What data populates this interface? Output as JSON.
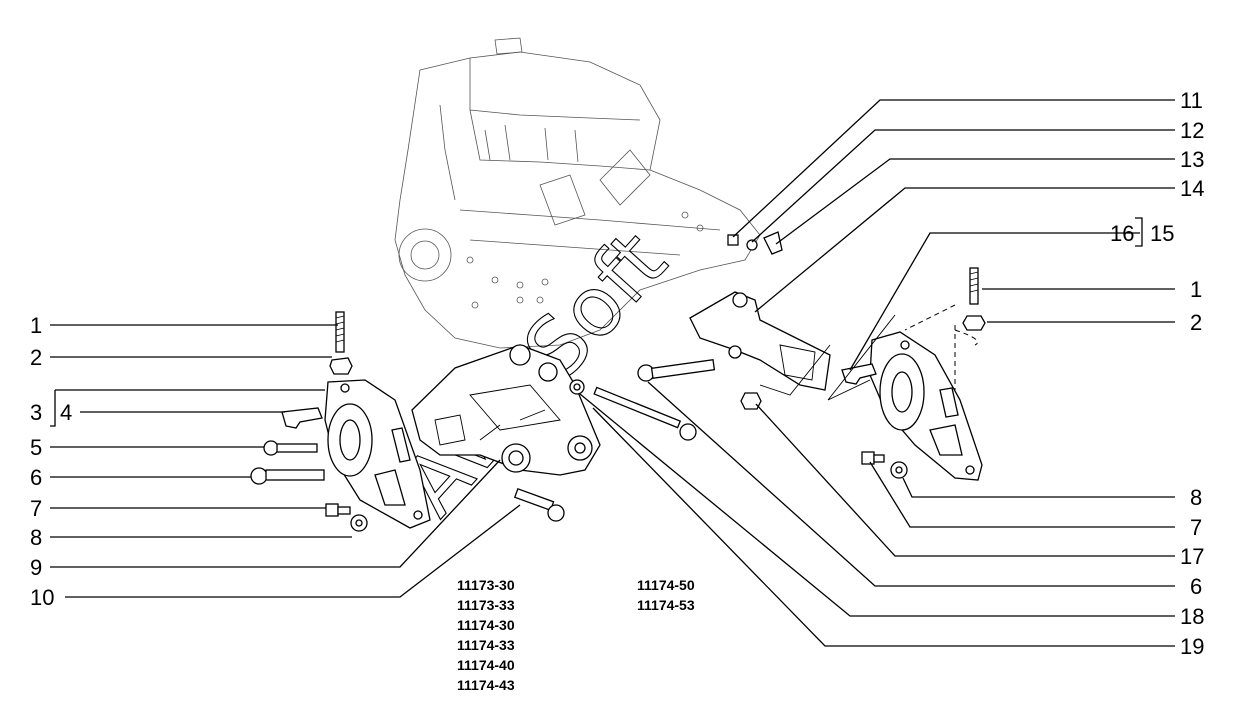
{
  "callouts_left": [
    {
      "id": "l1",
      "label": "1"
    },
    {
      "id": "l2",
      "label": "2"
    },
    {
      "id": "l3",
      "label": "3"
    },
    {
      "id": "l4",
      "label": "4"
    },
    {
      "id": "l5",
      "label": "5"
    },
    {
      "id": "l6",
      "label": "6"
    },
    {
      "id": "l7",
      "label": "7"
    },
    {
      "id": "l8",
      "label": "8"
    },
    {
      "id": "l9",
      "label": "9"
    },
    {
      "id": "l10",
      "label": "10"
    }
  ],
  "callouts_right": [
    {
      "id": "r11",
      "label": "11"
    },
    {
      "id": "r12",
      "label": "12"
    },
    {
      "id": "r13",
      "label": "13"
    },
    {
      "id": "r14",
      "label": "14"
    },
    {
      "id": "r16",
      "label": "16"
    },
    {
      "id": "r15",
      "label": "15"
    },
    {
      "id": "r1",
      "label": "1"
    },
    {
      "id": "r2",
      "label": "2"
    },
    {
      "id": "r8",
      "label": "8"
    },
    {
      "id": "r7",
      "label": "7"
    },
    {
      "id": "r17",
      "label": "17"
    },
    {
      "id": "r6",
      "label": "6"
    },
    {
      "id": "r18",
      "label": "18"
    },
    {
      "id": "r19",
      "label": "19"
    }
  ],
  "model_codes_col1": [
    "11173-30",
    "11173-33",
    "11174-30",
    "11174-33",
    "11174-40",
    "11174-43"
  ],
  "model_codes_col2": [
    "11174-50",
    "11174-53"
  ],
  "watermark": "AvtoSoft"
}
